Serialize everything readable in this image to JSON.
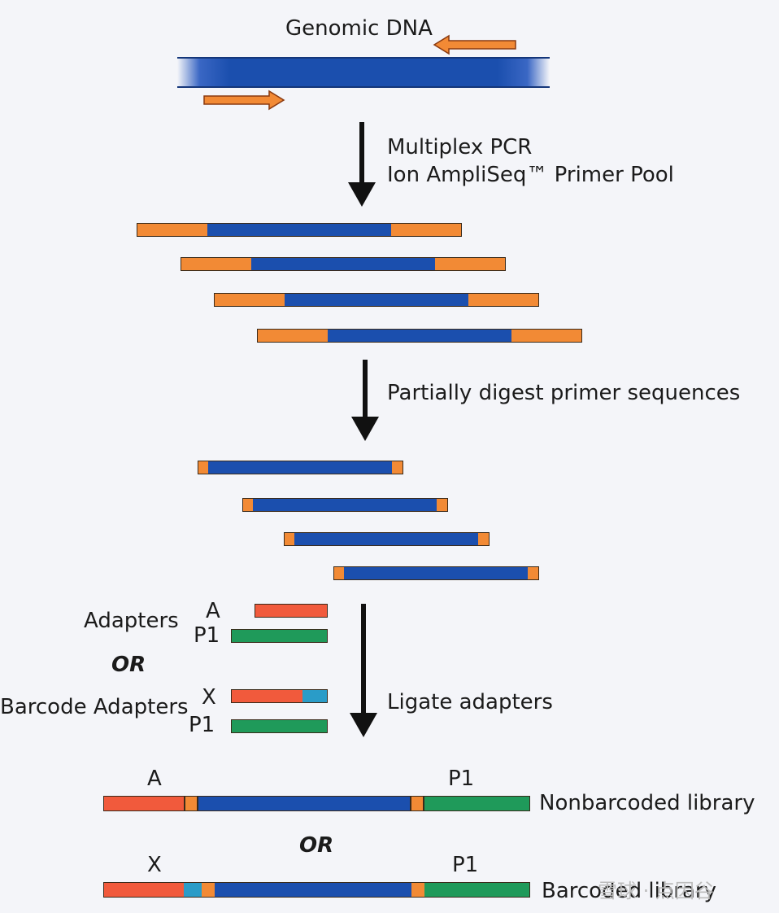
{
  "labels": {
    "genomic_dna": "Genomic DNA",
    "step1_line1": "Multiplex PCR",
    "step1_line2": "Ion AmpliSeq™ Primer Pool",
    "step2": "Partially digest primer sequences",
    "step3": "Ligate adapters",
    "adapters": "Adapters",
    "adapter_a": "A",
    "adapter_p1": "P1",
    "or1": "OR",
    "barcode_adapters": "Barcode Adapters",
    "adapter_x": "X",
    "adapter_p1_b": "P1",
    "lib1_left": "A",
    "lib1_right": "P1",
    "lib1_name": "Nonbarcoded library",
    "or2": "OR",
    "lib2_left": "X",
    "lib2_right": "P1",
    "lib2_name": "Barcoded library",
    "watermark": "雪球 · 点因谷"
  },
  "colors": {
    "primer": "#f28a35",
    "insert": "#1b4fae",
    "adapter_a": "#f15a3c",
    "adapter_p1": "#1f9a5a",
    "barcode": "#2a9cc8",
    "arrow": "#111111",
    "background": "#f4f5f9"
  }
}
